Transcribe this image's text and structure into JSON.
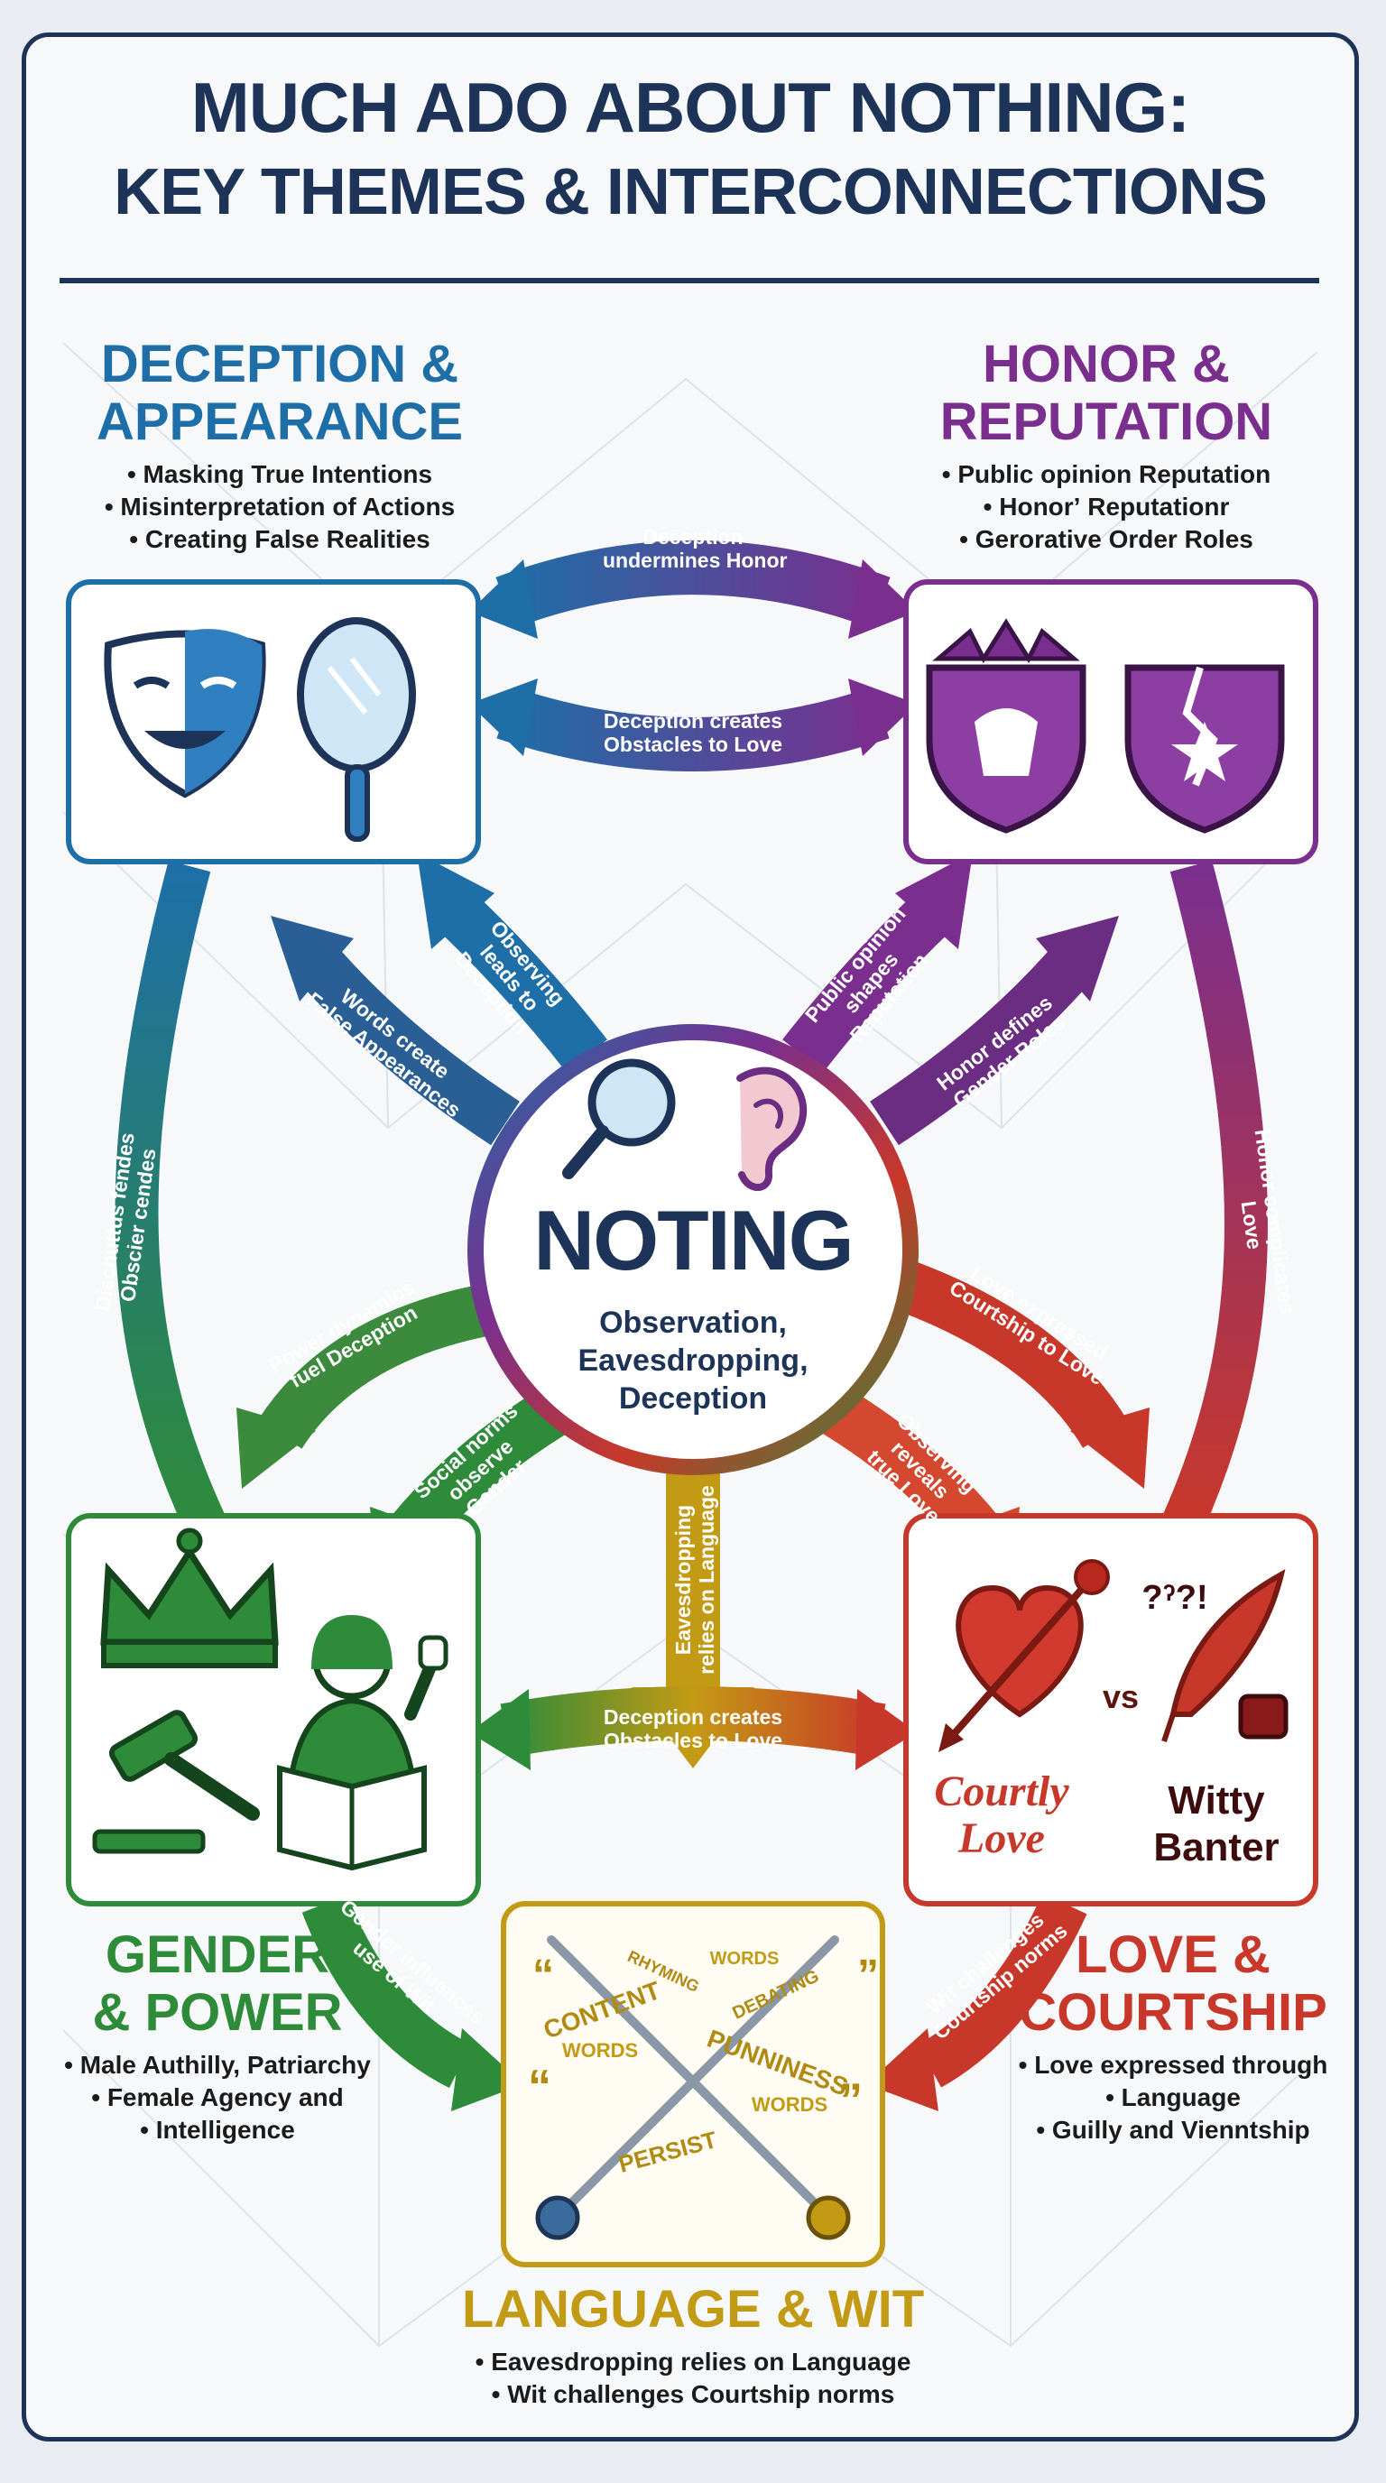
{
  "title": {
    "line1": "MUCH ADO ABOUT NOTHING:",
    "line2": "KEY THEMES & INTERCONNECTIONS"
  },
  "hub": {
    "title": "NOTING",
    "subtitle_lines": [
      "Observation,",
      "Eavesdropping,",
      "Deception"
    ],
    "icons": [
      "magnifying-glass-icon",
      "ear-icon"
    ]
  },
  "themes": {
    "deception": {
      "title_lines": [
        "DECEPTION &",
        "APPEARANCE"
      ],
      "bullets": [
        "Masking True Intentions",
        "Misinterpretation of Actions",
        "Creating False Realities"
      ],
      "color": "#1e6fa8",
      "icons": [
        "theater-masks-icon",
        "hand-mirror-icon"
      ]
    },
    "honor": {
      "title_lines": [
        "HONOR &",
        "REPUTATION"
      ],
      "bullets": [
        "Public opinion Reputation",
        "Honorʼ Reputationr",
        "Gerorative Order Roles"
      ],
      "color": "#7a2f8e",
      "icons": [
        "crowned-lion-shield-icon",
        "broken-shield-icon"
      ]
    },
    "gender": {
      "title_lines": [
        "GENDER",
        "& POWER"
      ],
      "bullets": [
        "Male Authilly, Patriarchy",
        "Female Agency and",
        "Intelligence"
      ],
      "color": "#2e8b3a",
      "icons": [
        "crown-icon",
        "gavel-icon",
        "woman-reading-icon"
      ]
    },
    "love": {
      "title_lines": [
        "LOVE &",
        "COURTSHIP"
      ],
      "bullets": [
        "Love expressed through",
        "Language",
        "Guilly and Vienntship"
      ],
      "color": "#c8382a",
      "icons": [
        "heart-arrow-rose-icon",
        "quill-ink-icon"
      ],
      "captions": [
        "Courtly",
        "Love",
        "vs",
        "Witty",
        "Banter",
        "?ˀ?!"
      ]
    },
    "language": {
      "title": "LANGUAGE & WIT",
      "bullets": [
        "Eavesdropping relies on Language",
        "Wit challenges Courtship norms"
      ],
      "color": "#c39a14",
      "icons": [
        "crossed-swords-icon",
        "word-cloud-icon"
      ]
    }
  },
  "arrows": {
    "top1": [
      "Deception",
      "undermines Honor"
    ],
    "top2": [
      "Deception creates",
      "Obstacles to Love"
    ],
    "mid": [
      "Deception creates",
      "Obstacles to Love"
    ],
    "hub_dec_a": [
      "Observing",
      "leads to",
      "Deception"
    ],
    "hub_dec_b": [
      "Words create",
      "False Appearances"
    ],
    "hub_hon_a": [
      "Public opinion",
      "shapes",
      "Reputation"
    ],
    "hub_hon_b": [
      "Honor defines",
      "Gender Roles"
    ],
    "hub_gen_a": [
      "Power dynamics",
      "fuel Deception"
    ],
    "hub_gen_b": [
      "Social norms",
      "observe",
      "Gender"
    ],
    "hub_love_a": [
      "Love expressed",
      "Courtship to Love"
    ],
    "hub_love_b": [
      "Observing",
      "reveals",
      "true Love"
    ],
    "hub_lang": [
      "Eavesdropping",
      "relies on Language"
    ],
    "left_side": [
      "Dischuttus fendes",
      "Obscier cendes"
    ],
    "right_side": [
      "Honor complicates",
      "Love"
    ],
    "gen_lang": [
      "Gender influences",
      "use of Wit"
    ],
    "love_lang": [
      "Wit challenges",
      "Courtship norms"
    ]
  },
  "word_cloud": [
    "CONTENT",
    "WORDS",
    "PUNNINESS",
    "WORDS",
    "PERSIST",
    "WORDS",
    "RHYMING",
    "DEBATING"
  ]
}
